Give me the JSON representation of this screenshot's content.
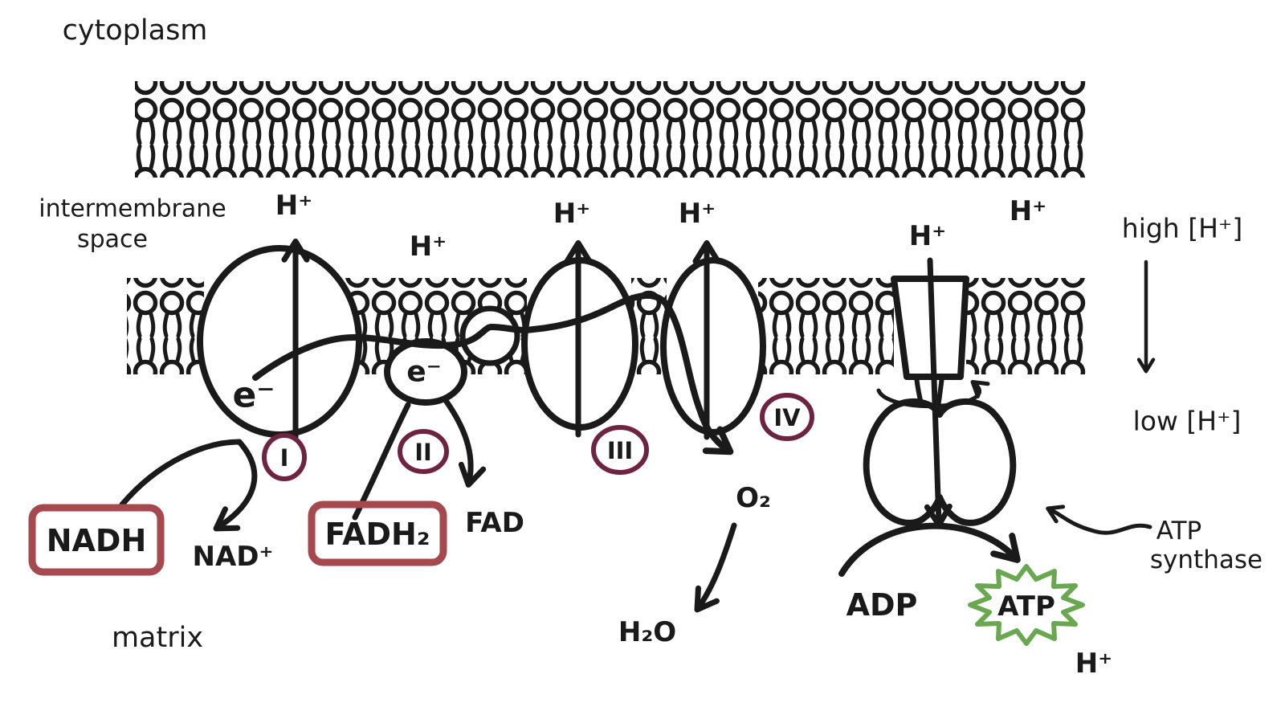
{
  "region_labels": {
    "cytoplasm": "cytoplasm",
    "intermembrane_line1": "intermembrane",
    "intermembrane_line2": "space",
    "matrix": "matrix"
  },
  "proton_gradient": {
    "high_label": "high [H⁺]",
    "low_label": "low [H⁺]"
  },
  "ions": {
    "proton": "H⁺",
    "electron": "e⁻"
  },
  "molecules": {
    "nadh": "NADH",
    "nad_plus": "NAD⁺",
    "fadh2": "FADH₂",
    "fad": "FAD",
    "oxygen": "O₂",
    "water": "H₂O",
    "adp": "ADP",
    "atp": "ATP"
  },
  "complexes": {
    "numeral_1": "I",
    "numeral_2": "II",
    "numeral_3": "III",
    "numeral_4": "IV"
  },
  "atp_synthase": {
    "label_line1": "ATP",
    "label_line2": "synthase"
  },
  "colors": {
    "ink": "#1a1a1a",
    "proton_orange": "#c5793b",
    "box_red": "#a5494f",
    "numeral_maroon": "#6e2440",
    "atp_green": "#69a84f",
    "background": "#ffffff"
  }
}
